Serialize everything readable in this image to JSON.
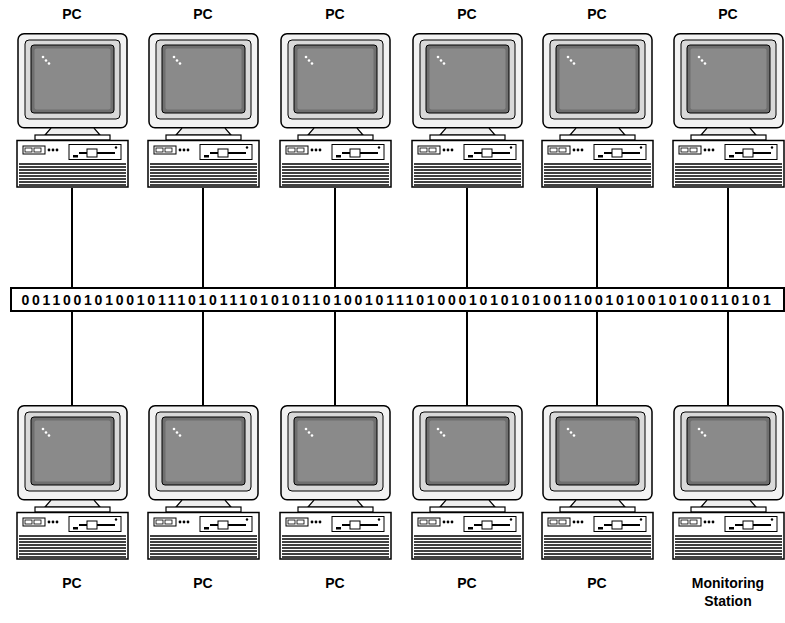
{
  "diagram": {
    "nodes": [
      {
        "text": [
          "PC"
        ]
      },
      {
        "text": [
          "PC"
        ]
      },
      {
        "text": [
          "PC"
        ]
      },
      {
        "text": [
          "PC"
        ]
      },
      {
        "text": [
          "PC"
        ]
      },
      {
        "text": [
          "PC"
        ]
      },
      {
        "text": [
          "001100101001011101011101010110100101110100010101010011001010010100110101"
        ]
      },
      {
        "text": [
          "PC"
        ]
      },
      {
        "text": [
          "PC"
        ]
      },
      {
        "text": [
          "PC"
        ]
      },
      {
        "text": [
          "PC"
        ]
      },
      {
        "text": [
          "PC"
        ]
      },
      {
        "text": [
          "Monitoring Station"
        ]
      }
    ],
    "edges": [
      {
        "from": 0,
        "to": 6,
        "arrow": "none"
      },
      {
        "from": 1,
        "to": 6,
        "arrow": "none"
      },
      {
        "from": 2,
        "to": 6,
        "arrow": "none"
      },
      {
        "from": 3,
        "to": 6,
        "arrow": "none"
      },
      {
        "from": 4,
        "to": 6,
        "arrow": "none"
      },
      {
        "from": 5,
        "to": 6,
        "arrow": "none"
      },
      {
        "from": 7,
        "to": 6,
        "arrow": "none"
      },
      {
        "from": 8,
        "to": 6,
        "arrow": "none"
      },
      {
        "from": 9,
        "to": 6,
        "arrow": "none"
      },
      {
        "from": 10,
        "to": 6,
        "arrow": "none"
      },
      {
        "from": 11,
        "to": 6,
        "arrow": "none"
      },
      {
        "from": 12,
        "to": 6,
        "arrow": "none"
      }
    ]
  }
}
